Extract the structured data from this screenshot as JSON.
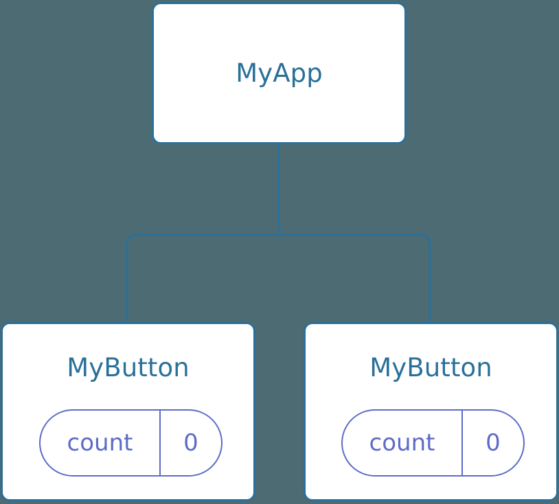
{
  "diagram": {
    "type": "component-tree",
    "background_color": "#4d6b73",
    "node_border_color": "#2b7099",
    "node_fill_color": "#ffffff",
    "node_label_color": "#2b7099",
    "edge_color": "#2b7099",
    "state_pill_color": "#5c6bc8",
    "nodes": [
      {
        "id": "root",
        "label": "MyApp",
        "state": null
      },
      {
        "id": "child-0",
        "label": "MyButton",
        "state": {
          "key": "count",
          "value": "0"
        }
      },
      {
        "id": "child-1",
        "label": "MyButton",
        "state": {
          "key": "count",
          "value": "0"
        }
      }
    ],
    "edges": [
      {
        "from": "root",
        "to": "child-0"
      },
      {
        "from": "root",
        "to": "child-1"
      }
    ]
  }
}
